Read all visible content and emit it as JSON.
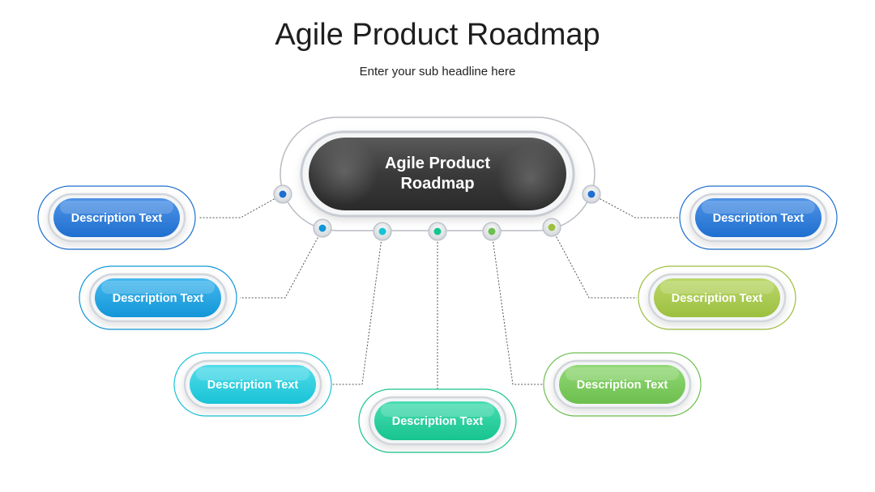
{
  "header": {
    "title": "Agile Product Roadmap",
    "subtitle": "Enter your sub headline here"
  },
  "center": {
    "line1": "Agile Product",
    "line2": "Roadmap"
  },
  "nodes": [
    {
      "label": "Description Text",
      "color": "#1E6FD0",
      "light": "#4F93E6"
    },
    {
      "label": "Description Text",
      "color": "#1296D8",
      "light": "#45B8EE"
    },
    {
      "label": "Description Text",
      "color": "#18C3D6",
      "light": "#52DDEA"
    },
    {
      "label": "Description Text",
      "color": "#16C48F",
      "light": "#4ADDB2"
    },
    {
      "label": "Description Text",
      "color": "#6CBF4E",
      "light": "#93D977"
    },
    {
      "label": "Description Text",
      "color": "#9CBF3F",
      "light": "#BBD86A"
    },
    {
      "label": "Description Text",
      "color": "#1E6FD0",
      "light": "#4F93E6"
    }
  ]
}
